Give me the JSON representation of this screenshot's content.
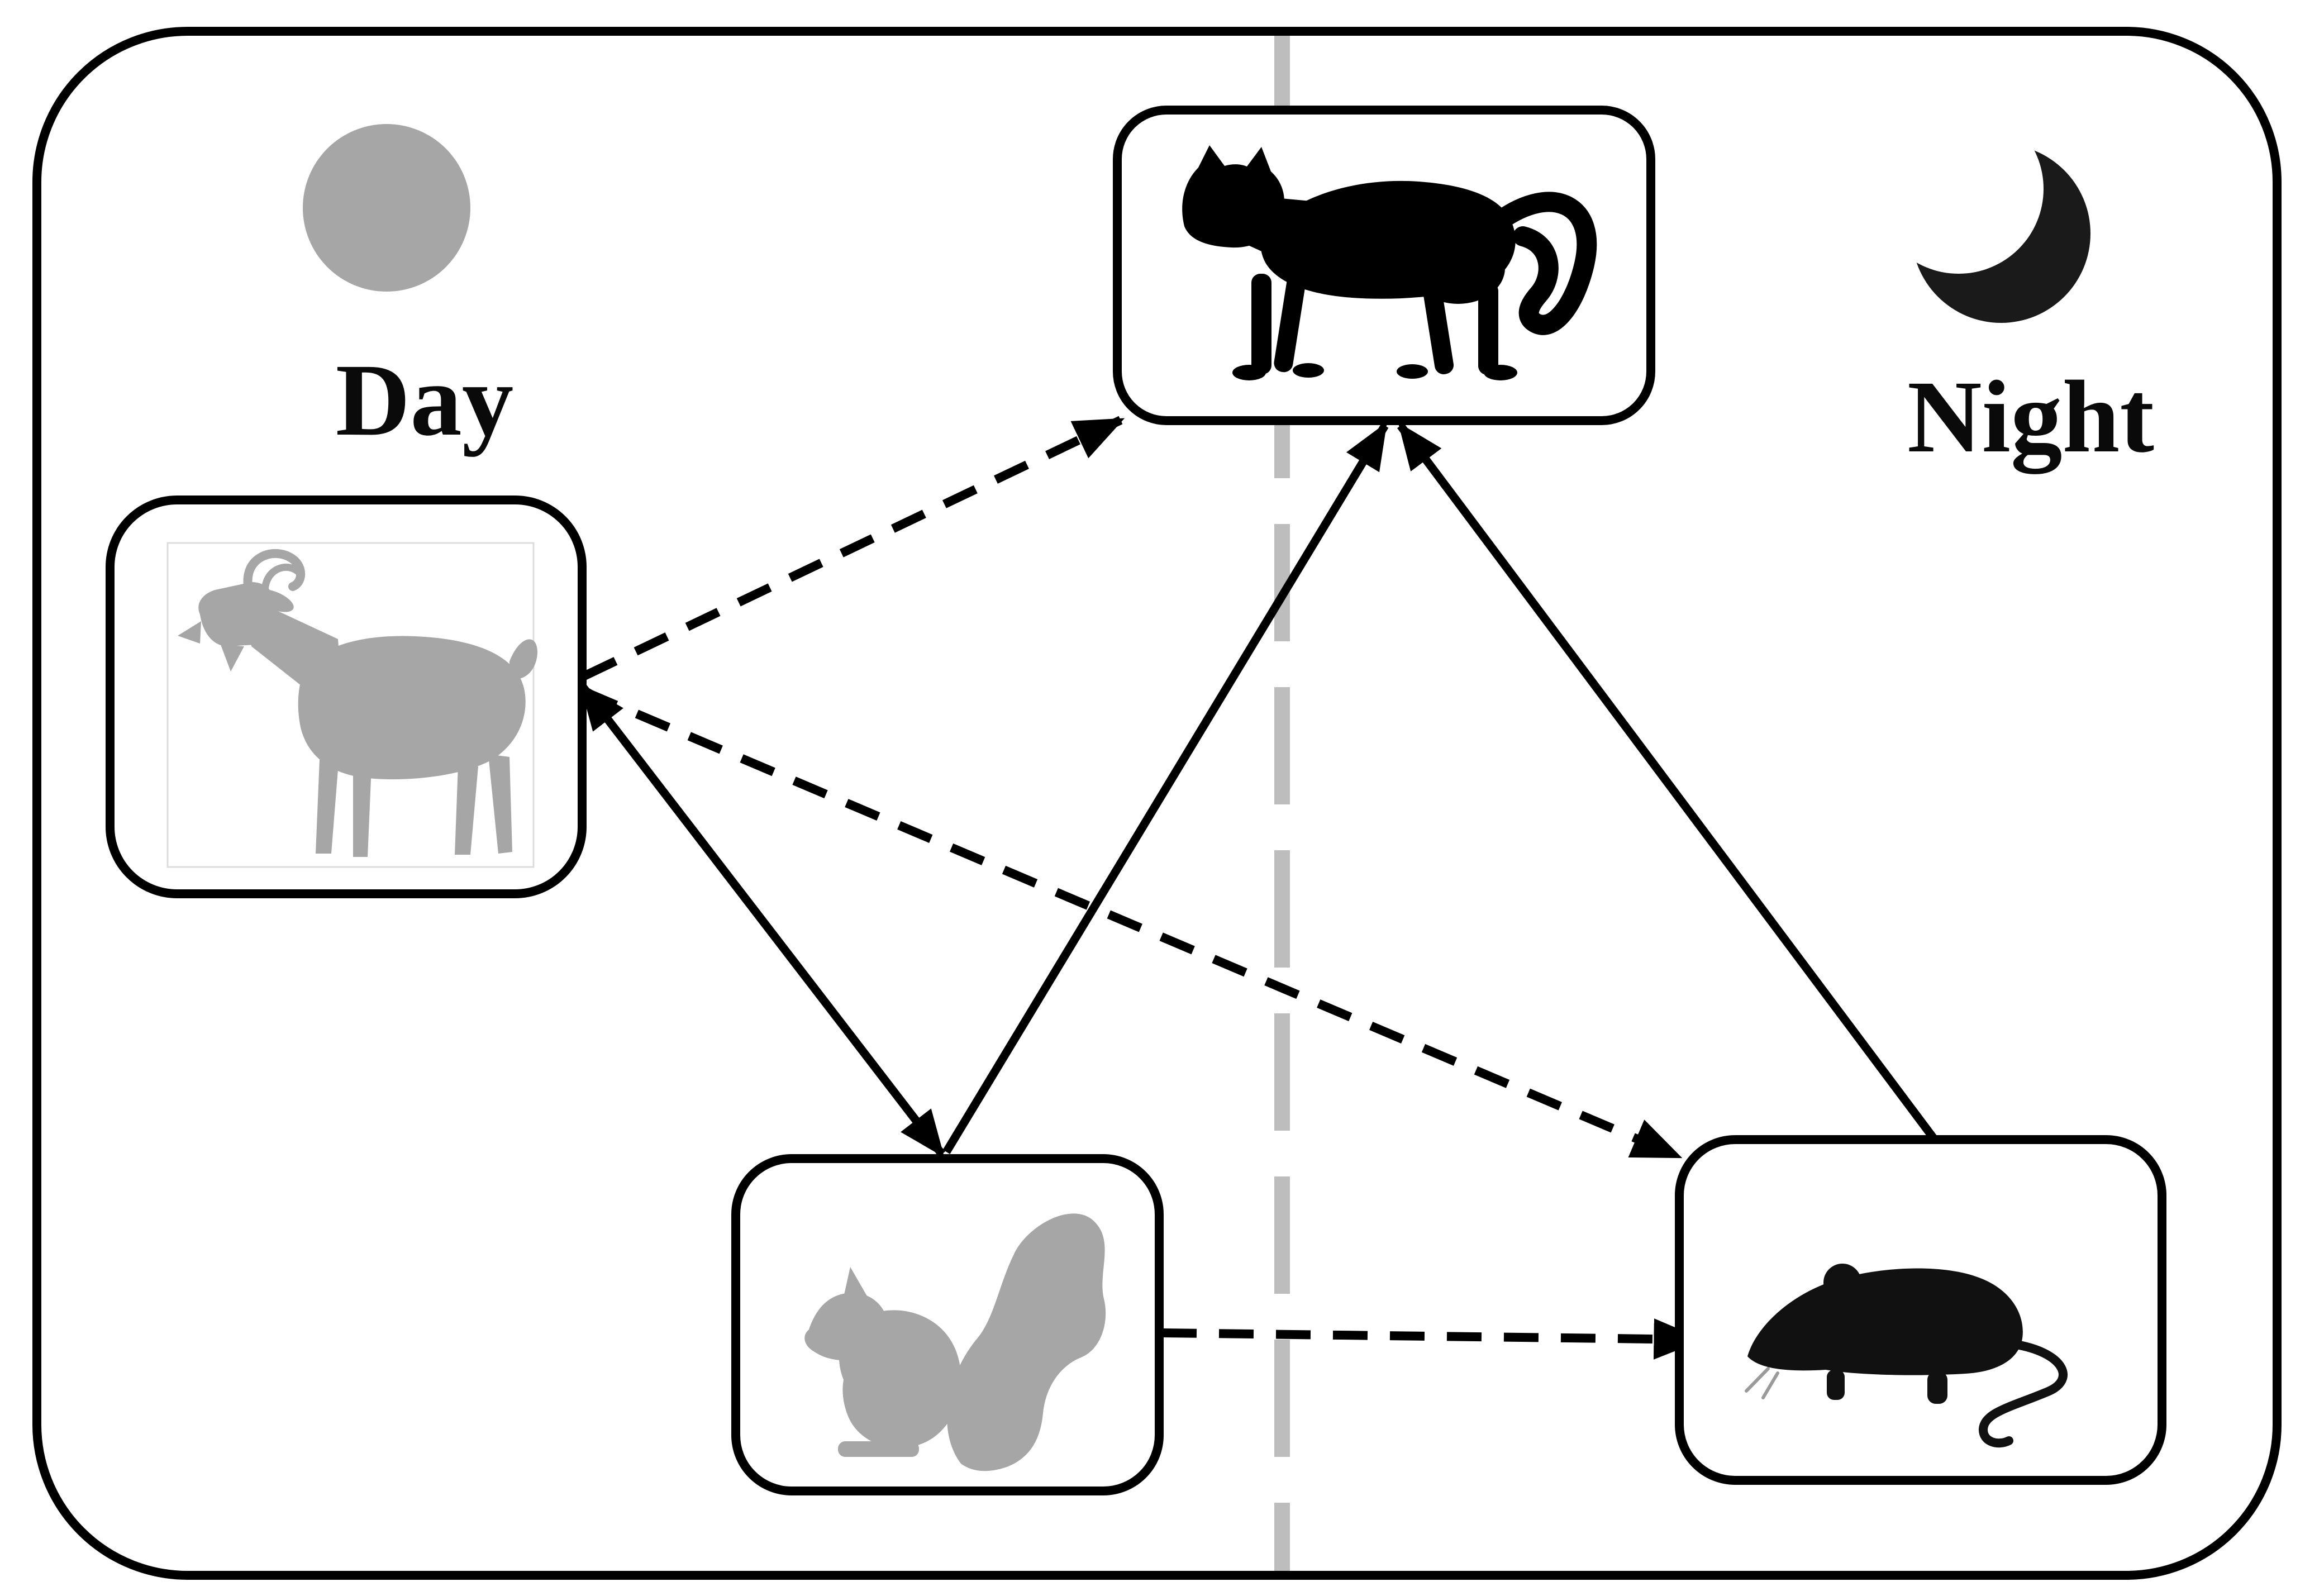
{
  "figure": {
    "background": "#ffffff",
    "border_color": "#000000",
    "day": {
      "label": "Day",
      "icon": "sun-icon",
      "icon_color": "#a6a6a6"
    },
    "night": {
      "label": "Night",
      "icon": "moon-icon",
      "icon_color": "#1a1a1a"
    },
    "divider": {
      "orientation": "vertical",
      "style": "dashed",
      "color": "#bdbdbd"
    },
    "nodes": [
      {
        "id": "cat",
        "icon": "cat-icon",
        "silhouette_color": "#000000",
        "position": "top-center",
        "zone": "day-night"
      },
      {
        "id": "goat",
        "icon": "goat-icon",
        "silhouette_color": "#a6a6a6",
        "position": "middle-left",
        "zone": "day"
      },
      {
        "id": "squirrel",
        "icon": "squirrel-icon",
        "silhouette_color": "#a6a6a6",
        "position": "bottom-center",
        "zone": "day"
      },
      {
        "id": "rat",
        "icon": "rat-icon",
        "silhouette_color": "#000000",
        "position": "bottom-right",
        "zone": "night"
      }
    ],
    "edges": [
      {
        "from": "goat",
        "to": "squirrel",
        "style": "solid",
        "arrowheads": "both"
      },
      {
        "from": "squirrel",
        "to": "cat",
        "style": "solid",
        "arrowheads": "end"
      },
      {
        "from": "rat",
        "to": "cat",
        "style": "solid",
        "arrowheads": "end"
      },
      {
        "from": "goat",
        "to": "cat",
        "style": "dashed",
        "arrowheads": "end"
      },
      {
        "from": "goat",
        "to": "rat",
        "style": "dashed",
        "arrowheads": "end"
      },
      {
        "from": "squirrel",
        "to": "rat",
        "style": "dashed",
        "arrowheads": "end"
      }
    ]
  }
}
